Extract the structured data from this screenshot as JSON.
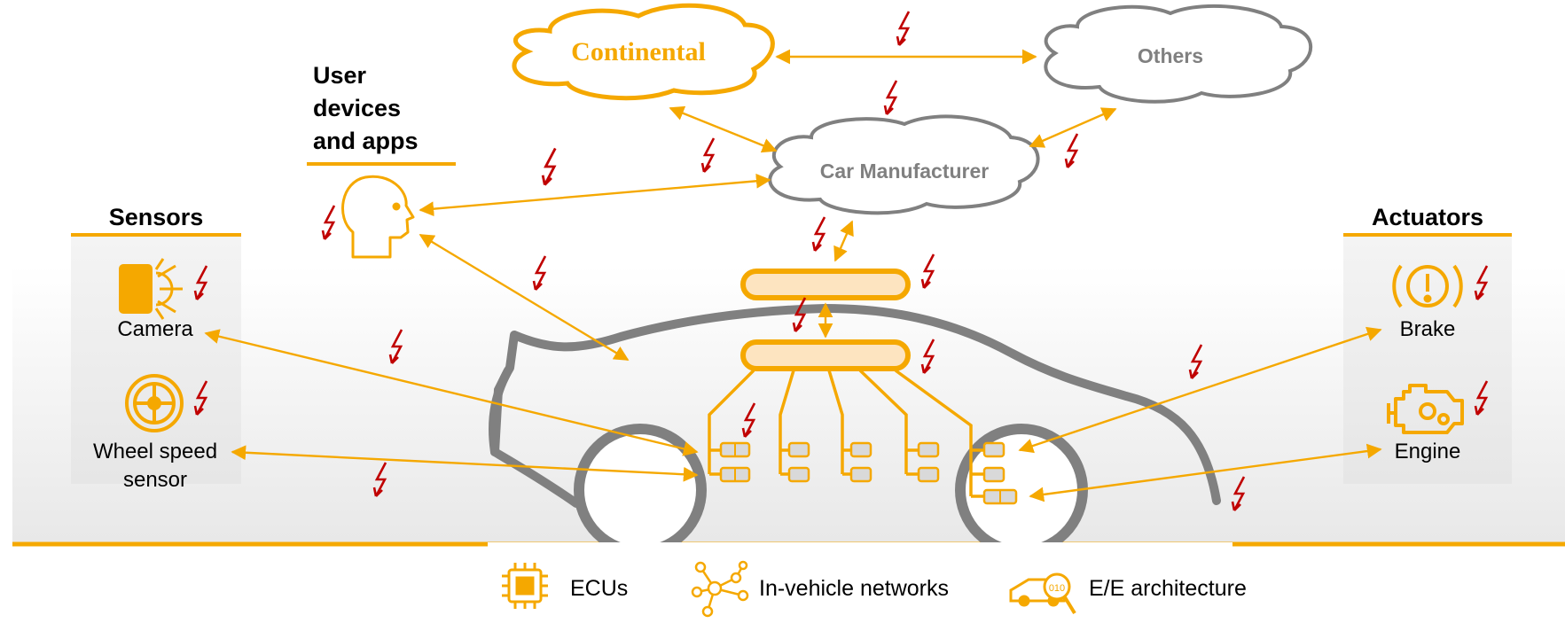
{
  "clouds": {
    "continental": "Continental",
    "others": "Others",
    "car_manufacturer": "Car Manufacturer"
  },
  "user_devices": {
    "line1": "User",
    "line2": "devices",
    "line3": "and apps"
  },
  "sensors": {
    "heading": "Sensors",
    "camera": "Camera",
    "wheel_line1": "Wheel speed",
    "wheel_line2": "sensor"
  },
  "actuators": {
    "heading": "Actuators",
    "brake": "Brake",
    "engine": "Engine"
  },
  "legend": {
    "ecus": "ECUs",
    "networks": "In-vehicle networks",
    "ee": "E/E architecture"
  },
  "colors": {
    "accent": "#f5a800",
    "attack": "#c00000",
    "outline": "#808080",
    "fill_light": "#fde4c0"
  }
}
